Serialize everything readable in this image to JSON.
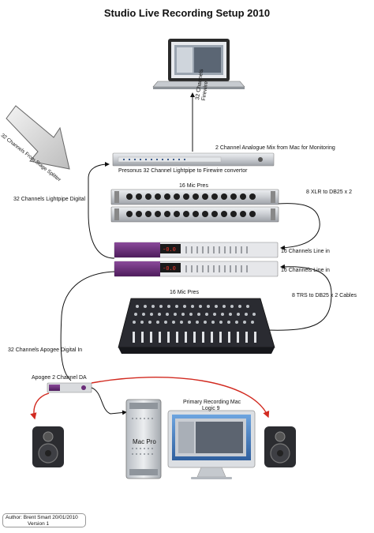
{
  "title": "Studio Live Recording Setup 2010",
  "arrow_label": "32 Channels From Stage Splitter",
  "labels": {
    "laptop_link": "32 Channels Firewire",
    "analogue_mix": "2 Channel Analogue Mix from Mac for Monitoring",
    "presonus": "Presonus 32 Channel Lightpipe to Firewire convertor",
    "lightpipe": "32 Channels Lightpipe Digital",
    "mic_pres_top": "16 Mic Pres",
    "xlr_db25": "8 XLR to DB25 x 2",
    "line_in_1": "16 Channels Line in",
    "line_in_2": "16 Channels Line in",
    "mic_pres_mixer": "16 Mic Pres",
    "trs_db25": "8 TRS to DB25 x 2 Cables",
    "apogee_digital": "32 Channels Apogee Digital In",
    "apogee_da": "Apogee 2 Channel DA",
    "mac_pro": "Mac Pro",
    "primary_mac": "Primary Recording Mac",
    "logic": "Logic 9"
  },
  "footer": {
    "author": "Author: Brent Smart 20/01/2010",
    "version": "Version 1"
  },
  "colors": {
    "rack_silver": "#cfd2d6",
    "apogee_purple": "#6a2c79",
    "signal_red": "#d22a20",
    "mixer_dark": "#2a2b31"
  }
}
